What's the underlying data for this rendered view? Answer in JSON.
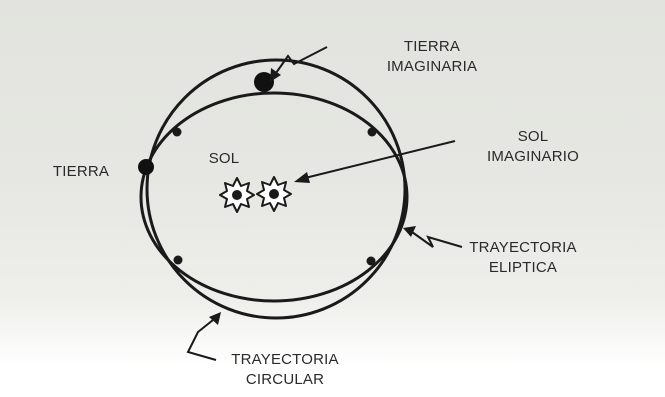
{
  "labels": {
    "tierra_imaginaria": [
      "TIERRA",
      "IMAGINARIA"
    ],
    "tierra": "TIERRA",
    "sol": "SOL",
    "sol_imaginario": [
      "SOL",
      "IMAGINARIO"
    ],
    "trayectoria_eliptica": [
      "TRAYECTORIA",
      "ELIPTICA"
    ],
    "trayectoria_circular": [
      "TRAYECTORIA",
      "CIRCULAR"
    ]
  },
  "colors": {
    "ink": "#1a1a1a",
    "background": "#e4e5e0"
  }
}
